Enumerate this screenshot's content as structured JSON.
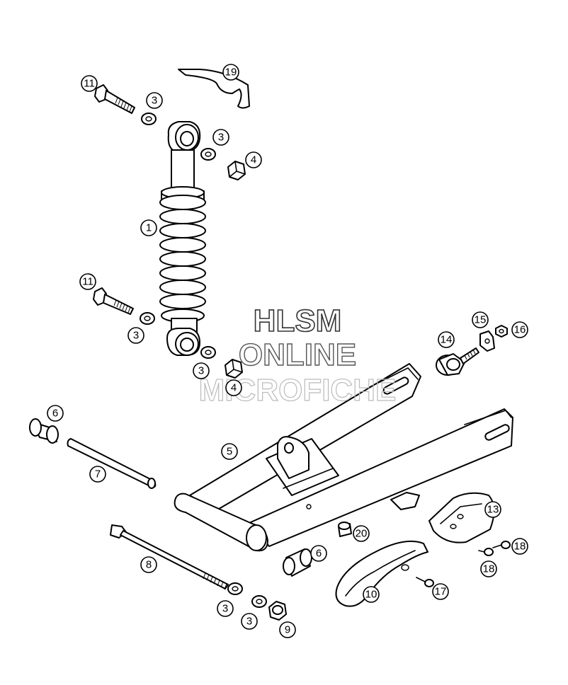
{
  "watermark": {
    "line1": "HLSM",
    "line2": "ONLINE",
    "line3": "MICROFICHE"
  },
  "callouts": [
    {
      "id": "11a",
      "label": "11"
    },
    {
      "id": "3a",
      "label": "3"
    },
    {
      "id": "19",
      "label": "19"
    },
    {
      "id": "3b",
      "label": "3"
    },
    {
      "id": "4a",
      "label": "4"
    },
    {
      "id": "1",
      "label": "1"
    },
    {
      "id": "11b",
      "label": "11"
    },
    {
      "id": "3c",
      "label": "3"
    },
    {
      "id": "3d",
      "label": "3"
    },
    {
      "id": "4b",
      "label": "4"
    },
    {
      "id": "15",
      "label": "15"
    },
    {
      "id": "16",
      "label": "16"
    },
    {
      "id": "14",
      "label": "14"
    },
    {
      "id": "6a",
      "label": "6"
    },
    {
      "id": "7",
      "label": "7"
    },
    {
      "id": "5",
      "label": "5"
    },
    {
      "id": "13",
      "label": "13"
    },
    {
      "id": "18a",
      "label": "18"
    },
    {
      "id": "18b",
      "label": "18"
    },
    {
      "id": "20",
      "label": "20"
    },
    {
      "id": "8",
      "label": "8"
    },
    {
      "id": "6b",
      "label": "6"
    },
    {
      "id": "10",
      "label": "10"
    },
    {
      "id": "17",
      "label": "17"
    },
    {
      "id": "3e",
      "label": "3"
    },
    {
      "id": "3f",
      "label": "3"
    },
    {
      "id": "9",
      "label": "9"
    }
  ]
}
